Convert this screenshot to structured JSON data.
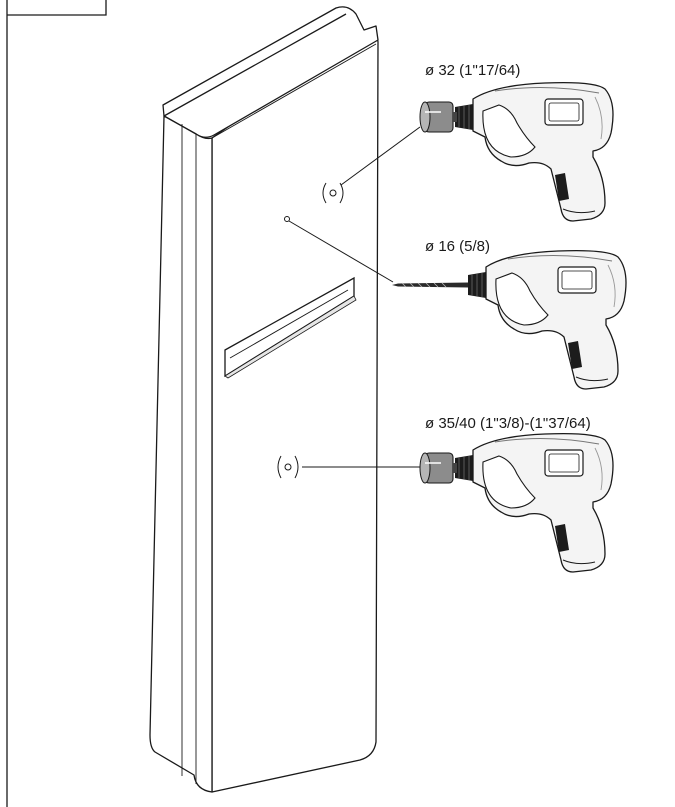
{
  "figure": {
    "callouts": [
      {
        "id": "hole-saw-32",
        "text": "ø 32 (1\"17/64)",
        "tool": "hole-saw"
      },
      {
        "id": "drill-bit-16",
        "text": "ø 16 (5/8)",
        "tool": "drill-bit"
      },
      {
        "id": "hole-saw-35-40",
        "text": "ø 35/40 (1\"3/8)-(1\"37/64)",
        "tool": "hole-saw"
      }
    ],
    "colors": {
      "line": "#1a1a1a",
      "panel_fill": "#ffffff",
      "drill_body": "#f4f4f4",
      "drill_dark": "#1c1c1c",
      "hole_saw": "#8c8c8c"
    }
  }
}
